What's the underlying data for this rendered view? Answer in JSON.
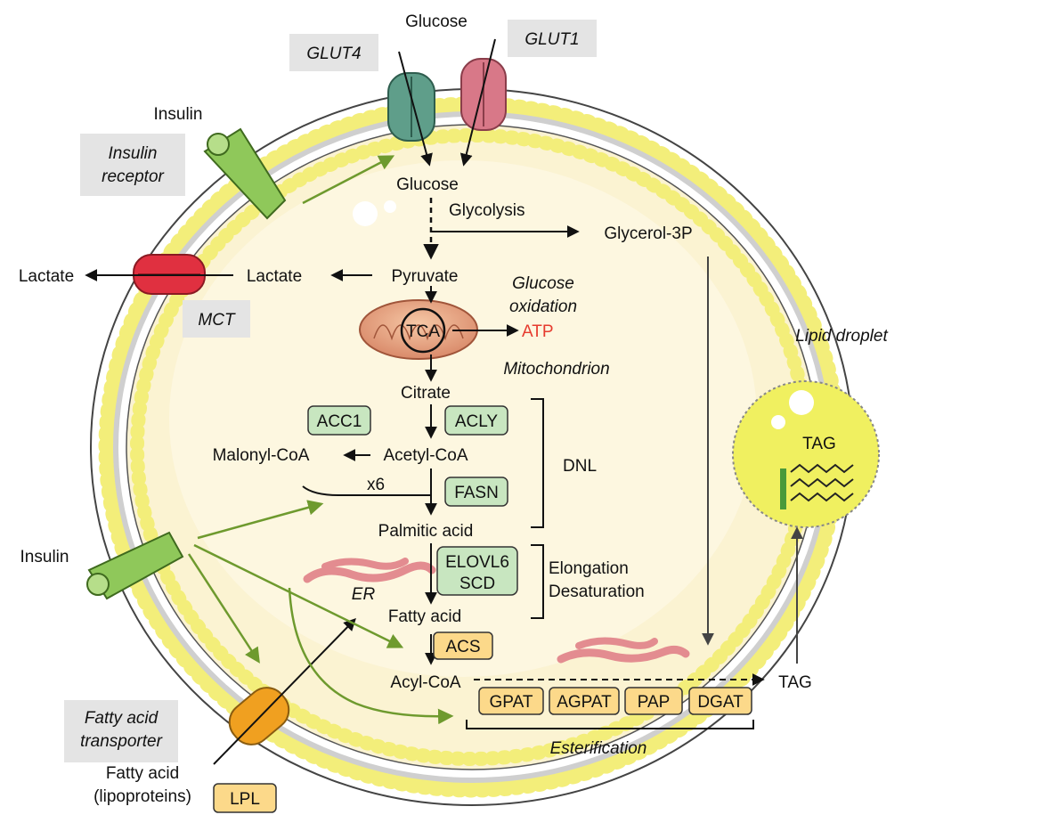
{
  "labels": {
    "glucose_out": "Glucose",
    "glut4": "GLUT4",
    "glut1": "GLUT1",
    "insulin_top": "Insulin",
    "insulin_receptor_1": "Insulin",
    "insulin_receptor_2": "receptor",
    "glucose_in": "Glucose",
    "glycolysis": "Glycolysis",
    "glycerol3p": "Glycerol-3P",
    "lactate_out": "Lactate",
    "lactate_in": "Lactate",
    "pyruvate": "Pyruvate",
    "mct": "MCT",
    "glucose_oxidation_1": "Glucose",
    "glucose_oxidation_2": "oxidation",
    "tca": "TCA",
    "atp": "ATP",
    "mitochondrion": "Mitochondrion",
    "citrate": "Citrate",
    "malonyl_coa": "Malonyl-CoA",
    "acetyl_coa": "Acetyl-CoA",
    "x6": "x6",
    "dnl": "DNL",
    "palmitic_acid": "Palmitic acid",
    "er_label": "ER",
    "elongation": "Elongation",
    "desaturation": "Desaturation",
    "fatty_acid": "Fatty acid",
    "acyl_coa": "Acyl-CoA",
    "tag_out": "TAG",
    "lipid_droplet": "Lipid droplet",
    "tag_in": "TAG",
    "insulin_bottom": "Insulin",
    "esterification": "Esterification",
    "fa_transporter_1": "Fatty acid",
    "fa_transporter_2": "transporter",
    "fatty_acid_out": "Fatty acid",
    "lipoproteins": "(lipoproteins)"
  },
  "enzymes": {
    "acc1": "ACC1",
    "acly": "ACLY",
    "fasn": "FASN",
    "elovl6": "ELOVL6",
    "scd": "SCD",
    "acs": "ACS",
    "gpat": "GPAT",
    "agpat": "AGPAT",
    "pap": "PAP",
    "dgat": "DGAT",
    "lpl": "LPL"
  },
  "colors": {
    "cytoplasm": "#fbf3d2",
    "lipid_head": "#f3ee7a",
    "insulin_arrow": "#6e9a2e",
    "atp": "#e63b2e",
    "droplet": "#f0f060",
    "er": "#e38c90"
  }
}
